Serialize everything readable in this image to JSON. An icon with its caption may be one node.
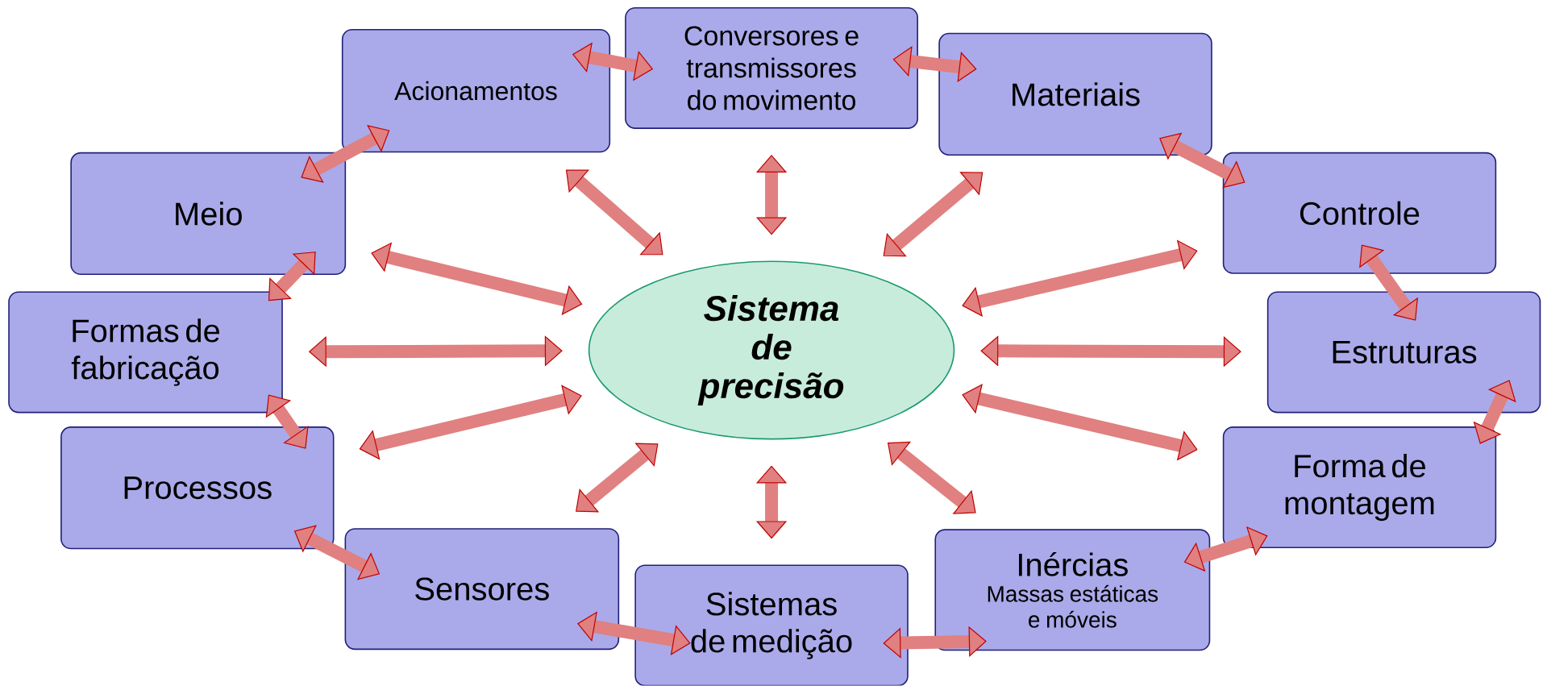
{
  "diagram": {
    "nodes": [
      {
        "text": [
          "Sistema de precisão"
        ]
      },
      {
        "text": [
          "Acionamentos"
        ]
      },
      {
        "text": [
          "Conversores e transmissores do movimento"
        ]
      },
      {
        "text": [
          "Materiais"
        ]
      },
      {
        "text": [
          "Controle"
        ]
      },
      {
        "text": [
          "Estruturas"
        ]
      },
      {
        "text": [
          "Forma de montagem"
        ]
      },
      {
        "text": [
          "Inércias",
          "Massas estáticas e móveis"
        ]
      },
      {
        "text": [
          "Sistemas de medição"
        ]
      },
      {
        "text": [
          "Sensores"
        ]
      },
      {
        "text": [
          "Processos"
        ]
      },
      {
        "text": [
          "Formas de fabricação"
        ]
      },
      {
        "text": [
          "Meio"
        ]
      }
    ],
    "edges": [
      {
        "from": 0,
        "to": 1,
        "arrow": "both"
      },
      {
        "from": 0,
        "to": 2,
        "arrow": "both"
      },
      {
        "from": 0,
        "to": 3,
        "arrow": "both"
      },
      {
        "from": 0,
        "to": 4,
        "arrow": "both"
      },
      {
        "from": 0,
        "to": 5,
        "arrow": "both"
      },
      {
        "from": 0,
        "to": 6,
        "arrow": "both"
      },
      {
        "from": 0,
        "to": 7,
        "arrow": "both"
      },
      {
        "from": 0,
        "to": 8,
        "arrow": "both"
      },
      {
        "from": 0,
        "to": 9,
        "arrow": "both"
      },
      {
        "from": 0,
        "to": 10,
        "arrow": "both"
      },
      {
        "from": 0,
        "to": 11,
        "arrow": "both"
      },
      {
        "from": 0,
        "to": 12,
        "arrow": "both"
      },
      {
        "from": 1,
        "to": 2,
        "arrow": "both"
      },
      {
        "from": 2,
        "to": 3,
        "arrow": "both"
      },
      {
        "from": 3,
        "to": 4,
        "arrow": "both"
      },
      {
        "from": 4,
        "to": 5,
        "arrow": "both"
      },
      {
        "from": 5,
        "to": 6,
        "arrow": "both"
      },
      {
        "from": 6,
        "to": 7,
        "arrow": "both"
      },
      {
        "from": 7,
        "to": 8,
        "arrow": "both"
      },
      {
        "from": 8,
        "to": 9,
        "arrow": "both"
      },
      {
        "from": 9,
        "to": 10,
        "arrow": "both"
      },
      {
        "from": 10,
        "to": 11,
        "arrow": "both"
      },
      {
        "from": 11,
        "to": 12,
        "arrow": "both"
      },
      {
        "from": 12,
        "to": 1,
        "arrow": "both"
      }
    ]
  }
}
